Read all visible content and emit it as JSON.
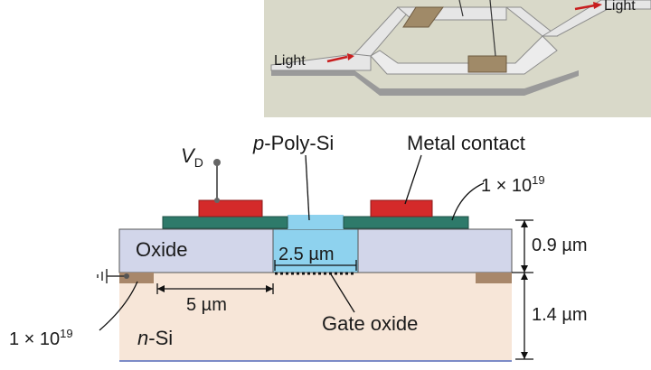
{
  "figure": {
    "inset": {
      "light_in": "Light",
      "light_out": "Light"
    },
    "labels": {
      "drain_voltage_main": "V",
      "drain_voltage_sub": "D",
      "poly_prefix": "p",
      "poly_rest": "-Poly-Si",
      "metal_contact": "Metal contact",
      "doping_right": "1 × 10",
      "doping_right_exp": "19",
      "doping_left": "1 × 10",
      "doping_left_exp": "19",
      "oxide": "Oxide",
      "gate_width": "2.5 µm",
      "spacing": "5 µm",
      "gate_oxide": "Gate oxide",
      "substrate_prefix": "n",
      "substrate_rest": "-Si",
      "oxide_thickness": "0.9 µm",
      "si_thickness": "1.4 µm"
    },
    "colors": {
      "inset_bg": "#d9d9c9",
      "waveguide_top": "#e6e6e6",
      "waveguide_side": "#9a9a9a",
      "electrode": "#a08a68",
      "light_arrow": "#c81e1e",
      "metal": "#d42a2a",
      "poly_si": "#2e7a6a",
      "oxide": "#d2d6ea",
      "gate_region": "#8ed2ee",
      "substrate": "#f7e6d8",
      "contact_pad": "#a8876a"
    }
  }
}
